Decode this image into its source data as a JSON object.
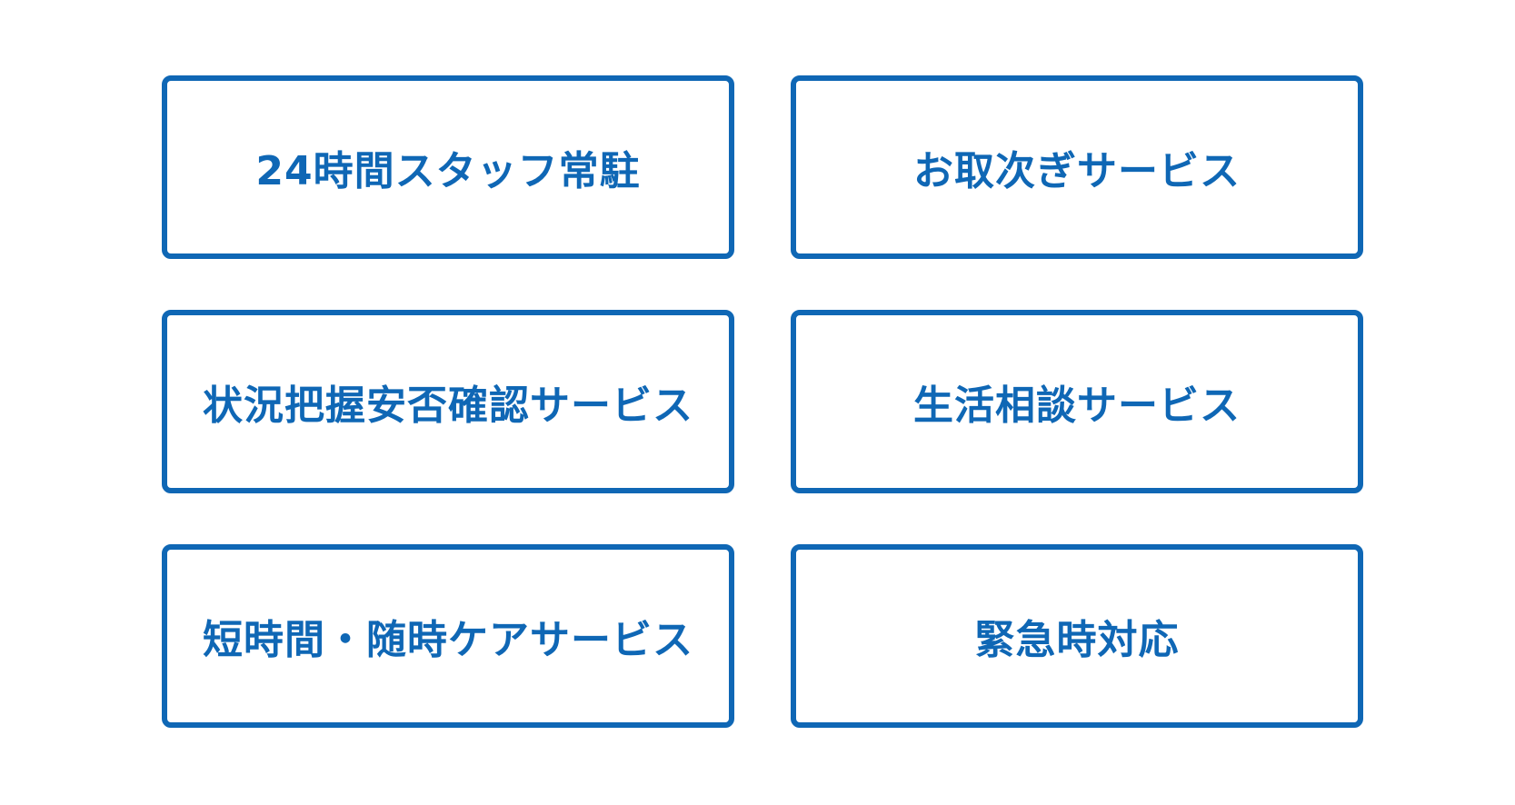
{
  "colors": {
    "accent": "#0f67b5",
    "background": "#ffffff"
  },
  "services": [
    {
      "label": "24時間スタッフ常駐"
    },
    {
      "label": "お取次ぎサービス"
    },
    {
      "label": "状況把握安否確認サービス"
    },
    {
      "label": "生活相談サービス"
    },
    {
      "label": "短時間・随時ケアサービス"
    },
    {
      "label": "緊急時対応"
    }
  ]
}
